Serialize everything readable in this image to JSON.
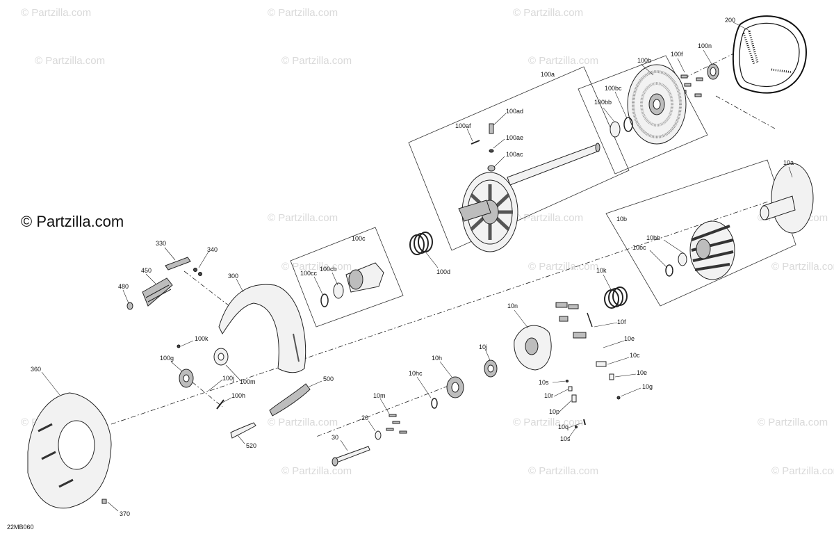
{
  "diagram": {
    "drawing_id": "22MB060",
    "watermark_main": "© Partzilla.com",
    "watermark_tile": "© Partzilla.com",
    "labels": {
      "l200": "200",
      "l100n": "100n",
      "l100f": "100f",
      "l100b": "100b",
      "l100a": "100a",
      "l100bc": "100bc",
      "l100bb": "100bb",
      "l100ad": "100ad",
      "l100af": "100af",
      "l100ae": "100ae",
      "l100ac": "100ac",
      "l10a": "10a",
      "l10b": "10b",
      "l10bb": "10bb",
      "l10bc": "10bc",
      "l10k": "10k",
      "l100c": "100c",
      "l100cc": "100cc",
      "l100cb": "100cb",
      "l100d": "100d",
      "l330": "330",
      "l340": "340",
      "l450": "450",
      "l480": "480",
      "l300": "300",
      "l100k": "100k",
      "l100g": "100g",
      "l100j": "100j",
      "l100m": "100m",
      "l100h": "100h",
      "l500": "500",
      "l520": "520",
      "l360": "360",
      "l370": "370",
      "l10n": "10n",
      "l10f": "10f",
      "l10e1": "10e",
      "l10c": "10c",
      "l10e2": "10e",
      "l10g": "10g",
      "l10j": "10j",
      "l10h": "10h",
      "l10hc": "10hc",
      "l10s1": "10s",
      "l10r": "10r",
      "l10p": "10p",
      "l10q": "10q",
      "l10s2": "10s",
      "l10m": "10m",
      "l20": "20",
      "l30": "30"
    }
  }
}
